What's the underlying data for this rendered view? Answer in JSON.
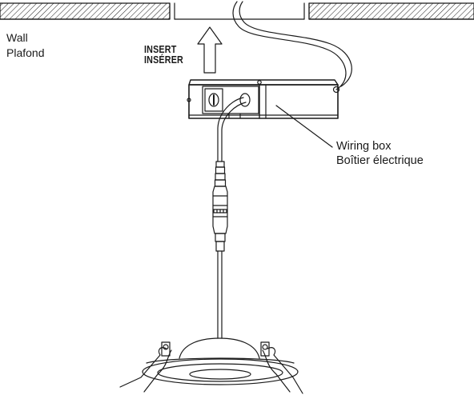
{
  "labels": {
    "wall_en": "Wall",
    "wall_fr": "Plafond",
    "insert_en": "INSERT",
    "insert_fr": "INSÉRER",
    "box_en": "Wiring box",
    "box_fr": "Boîtier électrique"
  },
  "colors": {
    "line": "#1a1a1a",
    "hatch_fill": "#ffffff",
    "background": "#ffffff"
  },
  "icons": [
    "ceiling-hatch",
    "insert-arrow-icon",
    "wiring-box",
    "cable-connector",
    "downlight-fixture"
  ]
}
